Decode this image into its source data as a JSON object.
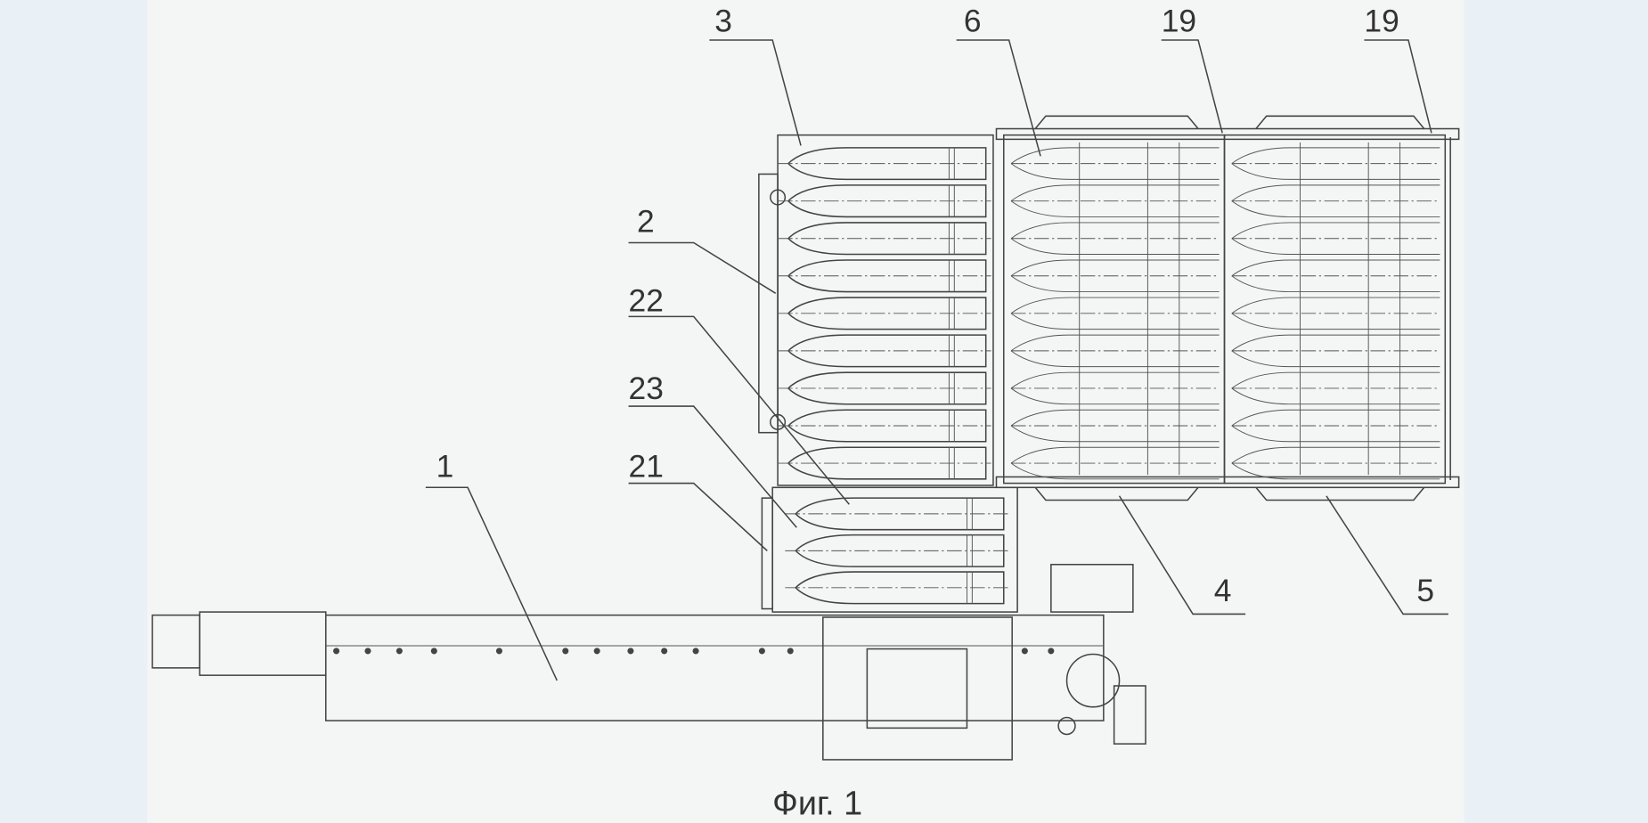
{
  "figure": {
    "caption": "Фиг. 1",
    "labels": {
      "l3": "3",
      "l6": "6",
      "l19a": "19",
      "l19b": "19",
      "l2": "2",
      "l22": "22",
      "l23": "23",
      "l21": "21",
      "l1": "1",
      "l4": "4",
      "l5": "5"
    },
    "upper_magazine_shells": 9,
    "lower_magazine_shells": 3,
    "conveyor_rows": 9
  },
  "colors": {
    "page": "#f4f5f5",
    "margin": "#e9f1f7",
    "ink": "#444444"
  }
}
